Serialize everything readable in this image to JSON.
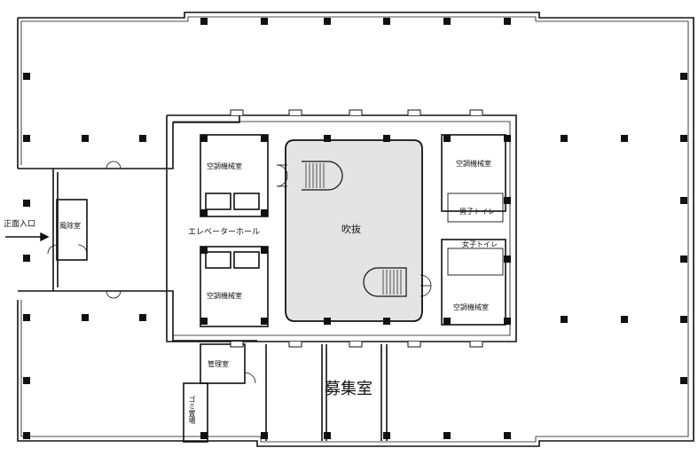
{
  "labels": {
    "entrance": "正面入口",
    "windbreak": "風除室",
    "ahu_room": "空調機械室",
    "elevator_hall": "エレベーターホール",
    "atrium": "吹抜",
    "mens_toilet": "男子トイレ",
    "womens_toilet": "女子トイレ",
    "management": "管理室",
    "garbage": "ゴミ置場",
    "recruiting": "募集室"
  },
  "colors": {
    "wall": "#111111",
    "column": "#111111",
    "atrium_fill": "#e4e4e4",
    "background": "#ffffff"
  }
}
